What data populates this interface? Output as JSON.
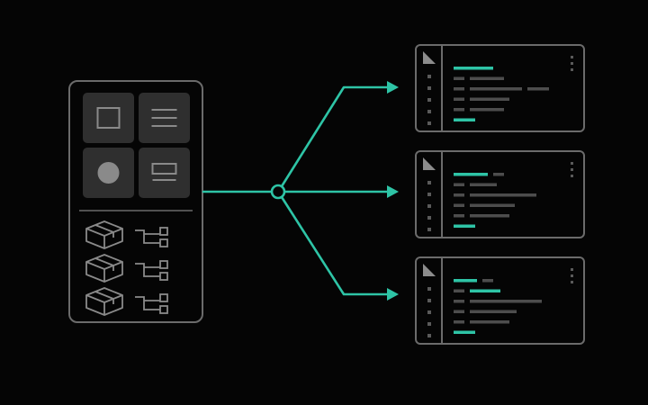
{
  "colors": {
    "background": "#050505",
    "outline": "#6b6b6b",
    "accent": "#2ec4a6",
    "tile": "#2f2f2f",
    "icon": "#8a8a8a",
    "code_gray": "#4d4d4d",
    "gutter_dot": "#5a5a5a"
  },
  "source_panel": {
    "tiles": [
      {
        "icon": "square-outline-icon"
      },
      {
        "icon": "text-lines-icon"
      },
      {
        "icon": "filled-circle-icon"
      },
      {
        "icon": "layout-block-icon"
      }
    ],
    "component_rows": [
      {
        "icon": "package-box-icon",
        "tree": "tree-branch-icon"
      },
      {
        "icon": "package-box-icon",
        "tree": "tree-branch-icon"
      },
      {
        "icon": "package-box-icon",
        "tree": "tree-branch-icon"
      }
    ]
  },
  "hub": {
    "icon": "hub-node-icon"
  },
  "code_editors": [
    {
      "lines": [
        [
          {
            "w": 44,
            "a": true
          }
        ],
        [
          {
            "w": 12
          },
          {
            "w": 38
          }
        ],
        [
          {
            "w": 12
          },
          {
            "w": 58
          },
          {
            "w": 24
          }
        ],
        [
          {
            "w": 12
          },
          {
            "w": 44
          }
        ],
        [
          {
            "w": 12
          },
          {
            "w": 38
          }
        ],
        [
          {
            "w": 24,
            "a": true
          }
        ]
      ]
    },
    {
      "lines": [
        [
          {
            "w": 38,
            "a": true
          },
          {
            "w": 12
          }
        ],
        [
          {
            "w": 12
          },
          {
            "w": 30
          }
        ],
        [
          {
            "w": 12
          },
          {
            "w": 74
          }
        ],
        [
          {
            "w": 12
          },
          {
            "w": 50
          }
        ],
        [
          {
            "w": 12
          },
          {
            "w": 44
          }
        ],
        [
          {
            "w": 24,
            "a": true
          }
        ]
      ]
    },
    {
      "lines": [
        [
          {
            "w": 26,
            "a": true
          },
          {
            "w": 12
          }
        ],
        [
          {
            "w": 12
          },
          {
            "w": 34,
            "a": true
          }
        ],
        [
          {
            "w": 12
          },
          {
            "w": 80
          }
        ],
        [
          {
            "w": 12
          },
          {
            "w": 52
          }
        ],
        [
          {
            "w": 12
          },
          {
            "w": 44
          }
        ],
        [
          {
            "w": 24,
            "a": true
          }
        ]
      ]
    }
  ]
}
